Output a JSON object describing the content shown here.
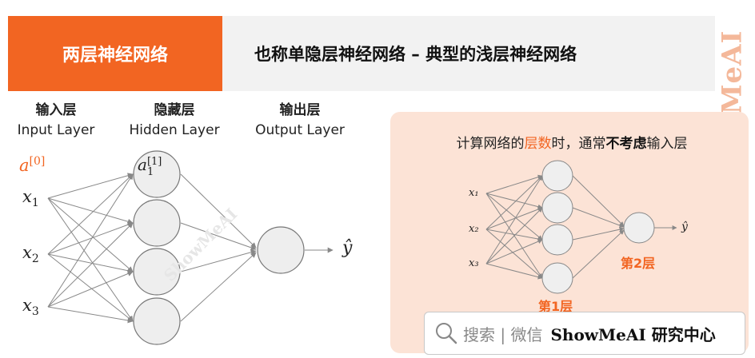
{
  "header": {
    "title": "两层神经网络",
    "subtitle": "也称单隐层神经网络 – 典型的浅层神经网络"
  },
  "layers": {
    "input": {
      "zh": "输入层",
      "en": "Input Layer"
    },
    "hidden": {
      "zh": "隐藏层",
      "en": "Hidden Layer"
    },
    "output": {
      "zh": "输出层",
      "en": "Output Layer"
    }
  },
  "notation": {
    "a0": "a",
    "a0_sup": "[0]",
    "a1": "a",
    "a1_sup": "[1]",
    "a1_sub": "1",
    "x1": "x",
    "x1_sub": "1",
    "x2": "x",
    "x2_sub": "2",
    "x3": "x",
    "x3_sub": "3",
    "yhat": "ŷ"
  },
  "panel": {
    "caption_pre": "计算网络的",
    "caption_hl": "层数",
    "caption_mid": "时，通常",
    "caption_bold": "不考虑",
    "caption_post": "输入层",
    "x1": "x₁",
    "x2": "x₂",
    "x3": "x₃",
    "yhat": "ŷ",
    "layer1": "第1层",
    "layer2": "第2层"
  },
  "search": {
    "text": "搜索 | 微信",
    "brand": "ShowMeAI 研究中心"
  },
  "watermarks": {
    "side": "ShowMeAI",
    "diagonal": "ShowMeAI"
  },
  "colors": {
    "accent": "#f26522",
    "panel_bg": "#fce3d6",
    "header_bg": "#f2f2f2",
    "node_fill": "#eeeeee",
    "edge": "#888888"
  }
}
